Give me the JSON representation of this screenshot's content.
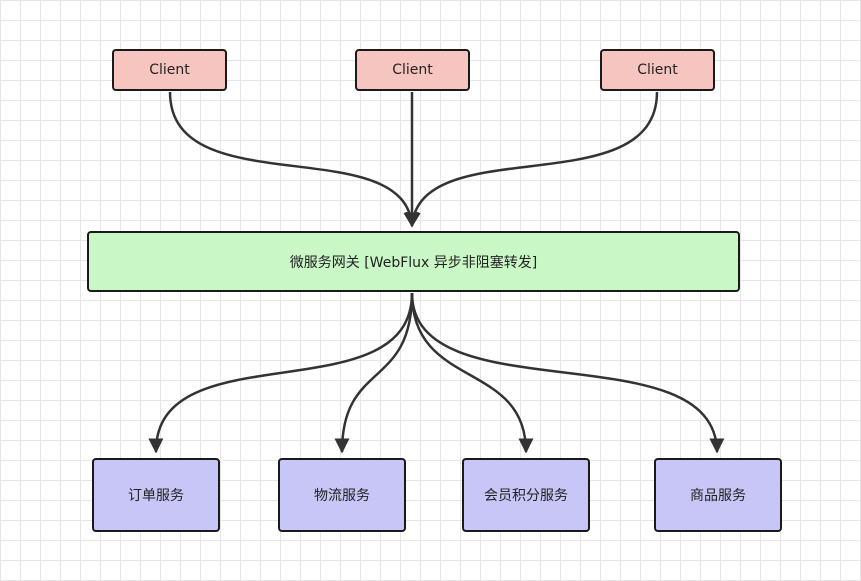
{
  "diagram": {
    "clients": [
      {
        "label": "Client"
      },
      {
        "label": "Client"
      },
      {
        "label": "Client"
      }
    ],
    "gateway": {
      "label": "微服务网关 [WebFlux 异步非阻塞转发]"
    },
    "services": [
      {
        "label": "订单服务"
      },
      {
        "label": "物流服务"
      },
      {
        "label": "会员积分服务"
      },
      {
        "label": "商品服务"
      }
    ]
  },
  "colors": {
    "client_fill": "#f7c5c0",
    "gateway_fill": "#c9f7c6",
    "service_fill": "#c7c6f6",
    "edge": "#333333",
    "grid": "#e6e6e6"
  }
}
